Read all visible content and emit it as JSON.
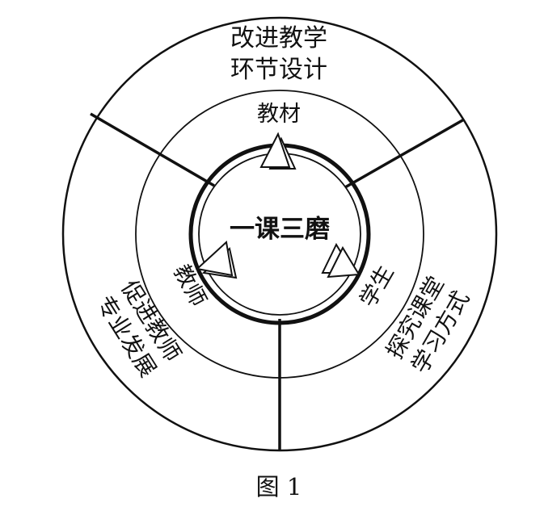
{
  "center": {
    "label": "一课三磨"
  },
  "middle": {
    "top": "教材",
    "left": "教师",
    "right": "学生"
  },
  "outer": {
    "top_line1": "改进教学",
    "top_line2": "环节设计",
    "left_line1": "促进教师",
    "left_line2": "专业发展",
    "right_line1": "探究课堂",
    "right_line2": "学习方式"
  },
  "figure": {
    "caption": "图 1"
  },
  "colors": {
    "stroke": "#111111",
    "background": "#ffffff"
  }
}
